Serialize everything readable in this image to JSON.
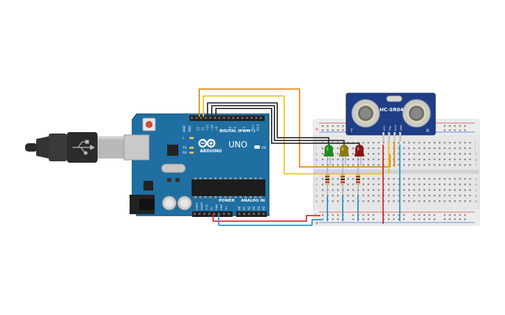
{
  "arduino": {
    "brand": "ARDUINO",
    "model": "UNO",
    "digital_header_label": "DIGITAL (PWM~)",
    "power_label": "POWER",
    "analog_label": "ANALOG IN",
    "on_label": "ON",
    "tx_label": "TX",
    "rx_label": "RX",
    "l_label": "L",
    "aref_label": "AREF",
    "gnd_label": "GND",
    "digital_pins": [
      "13",
      "12",
      "~11",
      "~10",
      "~9",
      "8",
      "7",
      "~6",
      "~5",
      "4",
      "~3",
      "2",
      "TX 1",
      "RX 0"
    ],
    "power_pins": [
      "IOREF",
      "RESET",
      "3.3V",
      "5V",
      "GND",
      "GND",
      "Vin"
    ],
    "analog_pins": [
      "A0",
      "A1",
      "A2",
      "A3",
      "A4",
      "A5"
    ]
  },
  "sensor": {
    "label": "HC-SR04",
    "pins": [
      "VCC",
      "Trig",
      "Echo",
      "GND"
    ],
    "left_mark": "T",
    "right_mark": "R"
  },
  "breadboard": {
    "plus": "+",
    "minus": "-",
    "row_letters_top": [
      "j",
      "i",
      "h",
      "g",
      "f"
    ],
    "row_letters_bottom": [
      "e",
      "d",
      "c",
      "b",
      "a"
    ]
  },
  "leds": [
    {
      "color_name": "green",
      "color": "#1f8a1f"
    },
    {
      "color_name": "yellow",
      "color": "#8b7a10"
    },
    {
      "color_name": "red",
      "color": "#8a1414"
    }
  ],
  "wires": {
    "orange": "#e38a16",
    "yellow": "#f0c419",
    "black": "#333333",
    "red": "#d42a2a",
    "blue": "#2a8fcf"
  }
}
